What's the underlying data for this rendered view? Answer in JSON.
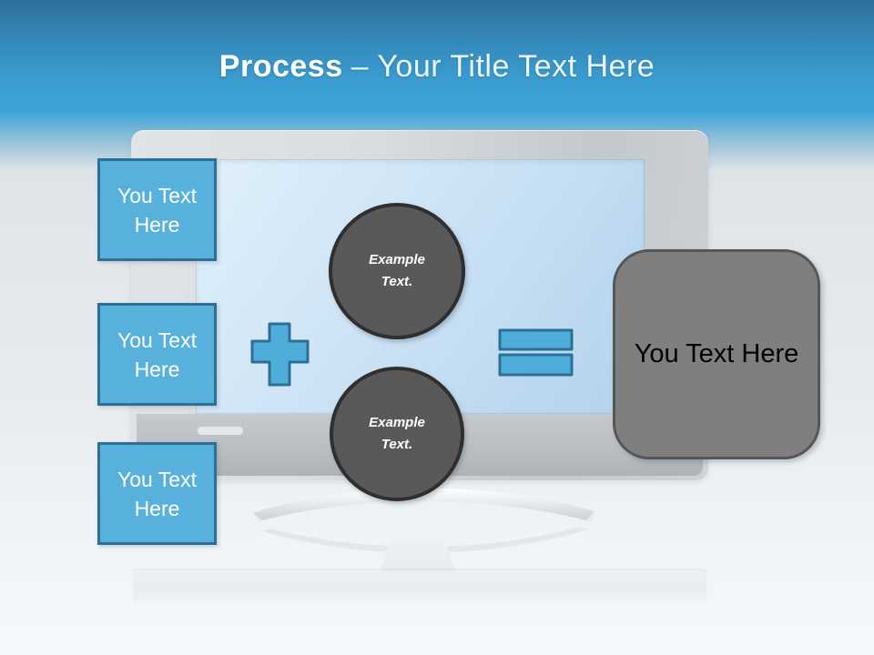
{
  "slide": {
    "title": {
      "bold": "Process",
      "rest": "– Your Title Text Here"
    }
  },
  "diagram": {
    "left_boxes": [
      {
        "label": "You Text Here"
      },
      {
        "label": "You Text Here"
      },
      {
        "label": "You Text Here"
      }
    ],
    "operators": {
      "plus": "plus-sign",
      "equals": "equals-sign"
    },
    "circles": [
      {
        "label": "Example Text."
      },
      {
        "label": "Example Text."
      }
    ],
    "result_box": {
      "label": "You Text Here"
    }
  },
  "background": {
    "illustration": "flat-screen-tv"
  },
  "colors": {
    "accent_blue": "#57b1dc",
    "accent_blue_border": "#2d6f96",
    "operator_blue": "#4fadda",
    "circle_gray": "#595959",
    "circle_border": "#2f2f2f",
    "result_gray": "#7f7f7f",
    "result_border": "#565656",
    "header_blue": "#3da4d7"
  }
}
